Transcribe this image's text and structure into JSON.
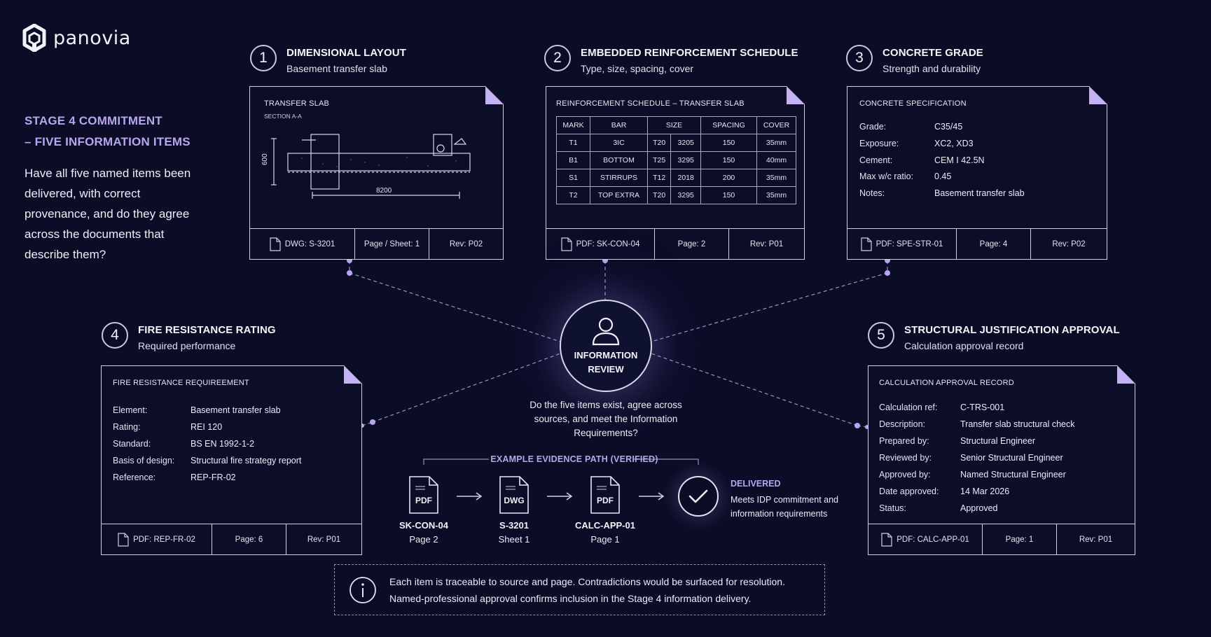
{
  "logo": {
    "text": "panovia"
  },
  "sidebar": {
    "title_line1": "STAGE 4 COMMITMENT",
    "title_line2": "– FIVE INFORMATION ITEMS",
    "body": "Have all five named items been delivered, with correct provenance, and do they agree across the documents that describe them?"
  },
  "items": [
    {
      "num": "1",
      "title": "DIMENSIONAL LAYOUT",
      "subtitle": "Basement transfer slab",
      "card_label": "TRANSFER SLAB",
      "card_sublabel": "SECTION A-A",
      "dim_vertical": "600",
      "dim_horizontal": "8200",
      "foot": {
        "doc": "DWG: S-3201",
        "page": "Page / Sheet:  1",
        "rev": "Rev:  P02"
      }
    },
    {
      "num": "2",
      "title": "EMBEDDED REINFORCEMENT SCHEDULE",
      "subtitle": "Type, size, spacing, cover",
      "card_label": "REINFORCEMENT SCHEDULE – TRANSFER SLAB",
      "table": {
        "headers": [
          "MARK",
          "BAR",
          "SIZE",
          "SPACING",
          "COVER"
        ],
        "rows": [
          [
            "T1",
            "3IC",
            "T20",
            "3205",
            "150",
            "35mm"
          ],
          [
            "B1",
            "BOTTOM",
            "T25",
            "3295",
            "150",
            "40mm"
          ],
          [
            "S1",
            "STIRRUPS",
            "T12",
            "2018",
            "200",
            "35mm"
          ],
          [
            "T2",
            "TOP EXTRA",
            "T20",
            "3295",
            "150",
            "35mm"
          ]
        ]
      },
      "foot": {
        "doc": "PDF: SK-CON-04",
        "page": "Page:  2",
        "rev": "Rev:  P01"
      }
    },
    {
      "num": "3",
      "title": "CONCRETE GRADE",
      "subtitle": "Strength and durability",
      "card_label": "CONCRETE SPECIFICATION",
      "fields": [
        {
          "k": "Grade:",
          "v": "C35/45"
        },
        {
          "k": "Exposure:",
          "v": "XC2, XD3"
        },
        {
          "k": "Cement:",
          "v": "CEM I 42.5N"
        },
        {
          "k": "Max w/c ratio:",
          "v": "0.45"
        },
        {
          "k": "Notes:",
          "v": "Basement transfer slab"
        }
      ],
      "foot": {
        "doc": "PDF: SPE-STR-01",
        "page": "Page:  4",
        "rev": "Rev:  P02"
      }
    },
    {
      "num": "4",
      "title": "FIRE RESISTANCE RATING",
      "subtitle": "Required performance",
      "card_label": "FIRE RESISTANCE REQUIREEMENT",
      "fields": [
        {
          "k": "Element:",
          "v": "Basement transfer slab"
        },
        {
          "k": "Rating:",
          "v": "REI 120"
        },
        {
          "k": "Standard:",
          "v": "BS EN 1992-1-2"
        },
        {
          "k": "Basis of design:",
          "v": "Structural fire strategy report"
        },
        {
          "k": "Reference:",
          "v": "REP-FR-02"
        }
      ],
      "foot": {
        "doc": "PDF: REP-FR-02",
        "page": "Page:  6",
        "rev": "Rev:  P01"
      }
    },
    {
      "num": "5",
      "title": "STRUCTURAL JUSTIFICATION APPROVAL",
      "subtitle": "Calculation approval record",
      "card_label": "CALCULATION APPROVAL RECORD",
      "fields": [
        {
          "k": "Calculation ref:",
          "v": "C-TRS-001"
        },
        {
          "k": "Description:",
          "v": "Transfer slab structural check"
        },
        {
          "k": "Prepared by:",
          "v": "Structural Engineer"
        },
        {
          "k": "Reviewed by:",
          "v": "Senior Structural Engineer"
        },
        {
          "k": "Approved by:",
          "v": "Named Structural Engineer"
        },
        {
          "k": "Date approved:",
          "v": "14 Mar 2026"
        },
        {
          "k": "Status:",
          "v": "Approved"
        }
      ],
      "foot": {
        "doc": "PDF: CALC-APP-01",
        "page": "Page:  1",
        "rev": "Rev:  P01"
      }
    }
  ],
  "center": {
    "line1": "INFORMATION",
    "line2": "REVIEW",
    "question": "Do the five items exist, agree across sources, and meet the Information Requirements?"
  },
  "evidence": {
    "title": "EXAMPLE EVIDENCE PATH (VERIFIED)",
    "docs": [
      {
        "icon": "PDF",
        "name": "SK-CON-04",
        "loc": "Page 2"
      },
      {
        "icon": "DWG",
        "name": "S-3201",
        "loc": "Sheet 1"
      },
      {
        "icon": "PDF",
        "name": "CALC-APP-01",
        "loc": "Page 1"
      }
    ],
    "delivered_title": "DELIVERED",
    "delivered_body": "Meets IDP commitment and information requirements"
  },
  "info": {
    "line1": "Each item is traceable to source and page. Contradictions would be surfaced for resolution.",
    "line2": "Named-professional approval confirms inclusion in the Stage 4 information delivery."
  },
  "colors": {
    "background": "#0b0d26",
    "accent": "#b7a6ef",
    "dot": "#b9a3f2",
    "line": "#cfd0df"
  }
}
